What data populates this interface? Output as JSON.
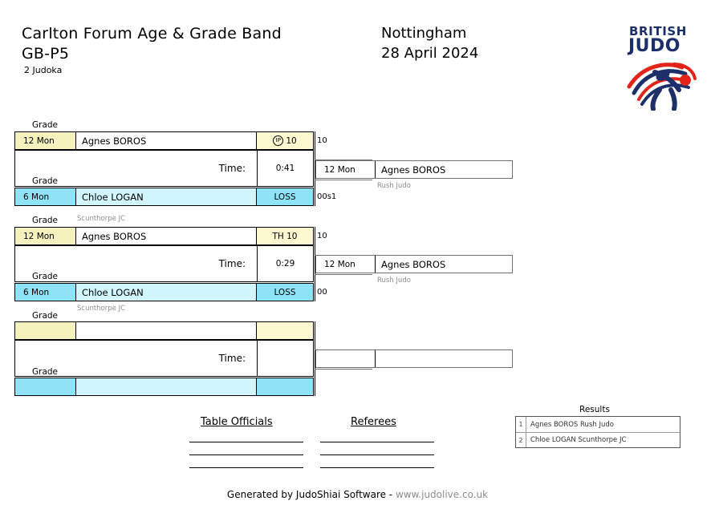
{
  "header": {
    "event_title": "Carlton Forum Age & Grade Band",
    "category": "GB-P5",
    "entrants": "2 Judoka",
    "city": "Nottingham",
    "date": "28 April 2024"
  },
  "logo": {
    "line1": "BRITISH",
    "line2": "JUDO",
    "navy": "#1c2f6b",
    "red": "#e2231a"
  },
  "labels": {
    "grade": "Grade",
    "time": "Time:",
    "results": "Results",
    "table_officials": "Table Officials",
    "referees": "Referees"
  },
  "matches": [
    {
      "blue": {
        "grade": "12 Mon",
        "name": "Agnes BOROS",
        "club": "Rush Judo",
        "score": "10",
        "score_icon": "ippon-circle-icon",
        "side_points": "10",
        "color": "yellow"
      },
      "white": {
        "grade": "6 Mon",
        "name": "Chloe LOGAN",
        "club": "Scunthorpe JC",
        "score": "LOSS",
        "score_icon": "",
        "side_points": "00s1",
        "color": "blue"
      },
      "time": "0:41",
      "winner": {
        "grade": "12 Mon",
        "name": "Agnes BOROS",
        "club": "Rush Judo"
      }
    },
    {
      "blue": {
        "grade": "12 Mon",
        "name": "Agnes BOROS",
        "club": "Rush Judo",
        "score": "TH 10",
        "score_icon": "",
        "side_points": "10",
        "color": "yellow"
      },
      "white": {
        "grade": "6 Mon",
        "name": "Chloe LOGAN",
        "club": "Scunthorpe JC",
        "score": "LOSS",
        "score_icon": "",
        "side_points": "00",
        "color": "blue"
      },
      "time": "0:29",
      "winner": {
        "grade": "12 Mon",
        "name": "Agnes BOROS",
        "club": "Rush Judo"
      }
    },
    {
      "blue": {
        "grade": "",
        "name": "",
        "club": "",
        "score": "",
        "score_icon": "",
        "side_points": "",
        "color": "yellow"
      },
      "white": {
        "grade": "",
        "name": "",
        "club": "",
        "score": "",
        "score_icon": "",
        "side_points": "",
        "color": "blue"
      },
      "time": "",
      "winner": {
        "grade": "",
        "name": "",
        "club": ""
      }
    }
  ],
  "results": [
    {
      "rank": "1",
      "entry": "Agnes BOROS Rush Judo"
    },
    {
      "rank": "2",
      "entry": "Chloe LOGAN Scunthorpe JC"
    }
  ],
  "footer": {
    "text": "Generated by JudoShiai Software - ",
    "url": "www.judolive.co.uk"
  }
}
